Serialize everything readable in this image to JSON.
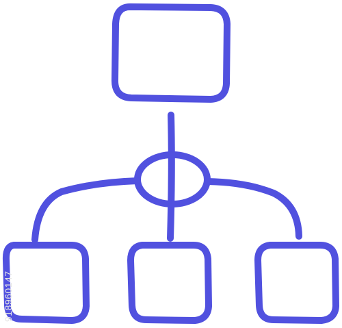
{
  "diagram": {
    "icon_name": "hierarchy-flowchart-icon",
    "stroke_color": "#5151df",
    "background_color": "#ffffff",
    "nodes": [
      {
        "id": "top-node",
        "label": ""
      },
      {
        "id": "bottom-left-node",
        "label": ""
      },
      {
        "id": "bottom-center-node",
        "label": ""
      },
      {
        "id": "bottom-right-node",
        "label": ""
      }
    ]
  },
  "watermark": {
    "id_text": "918960147",
    "color": "#e6e6e6"
  }
}
